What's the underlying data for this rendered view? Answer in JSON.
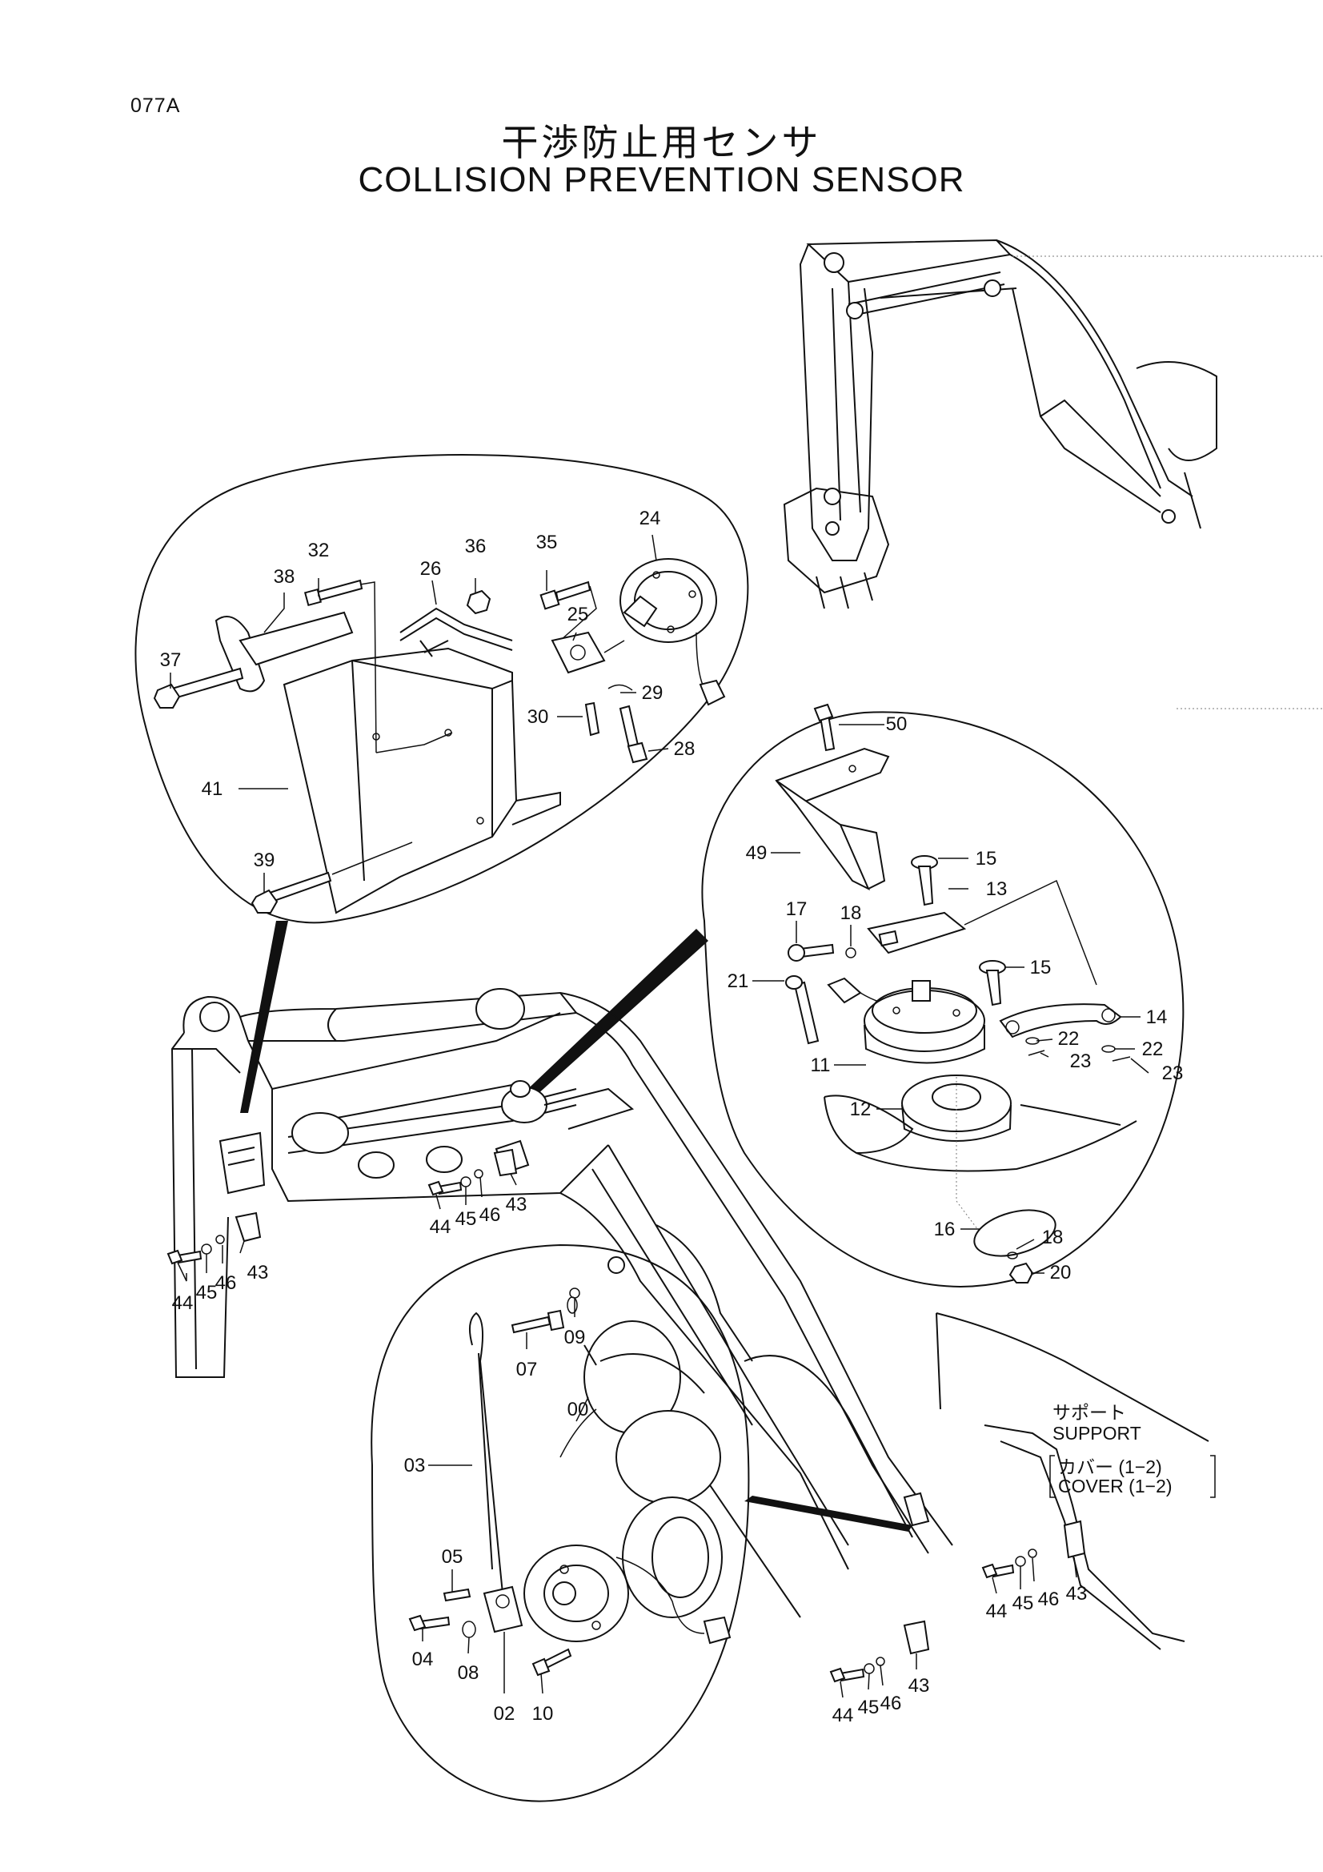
{
  "header": {
    "page_code": "077A",
    "title_jp": "干渉防止用センサ",
    "title_en": "COLLISION PREVENTION SENSOR"
  },
  "notes": {
    "support_jp": "サポート",
    "support_en": "SUPPORT",
    "cover_jp": "カバー (1−2)",
    "cover_en": "COVER (1−2)"
  },
  "callouts": {
    "top_left_detail": [
      "32",
      "36",
      "35",
      "24",
      "38",
      "26",
      "25",
      "37",
      "29",
      "30",
      "28",
      "41",
      "39"
    ],
    "right_detail": [
      "50",
      "49",
      "15",
      "13",
      "17",
      "18",
      "21",
      "15",
      "14",
      "22",
      "23",
      "22",
      "23",
      "11",
      "12",
      "16",
      "18",
      "20"
    ],
    "bottom_detail": [
      "07",
      "09",
      "03",
      "00",
      "05",
      "04",
      "08",
      "02",
      "10"
    ],
    "main_assembly": [
      "44",
      "45",
      "46",
      "43",
      "44",
      "45",
      "46",
      "43",
      "44",
      "45",
      "46",
      "43",
      "44",
      "45",
      "46",
      "43"
    ]
  }
}
